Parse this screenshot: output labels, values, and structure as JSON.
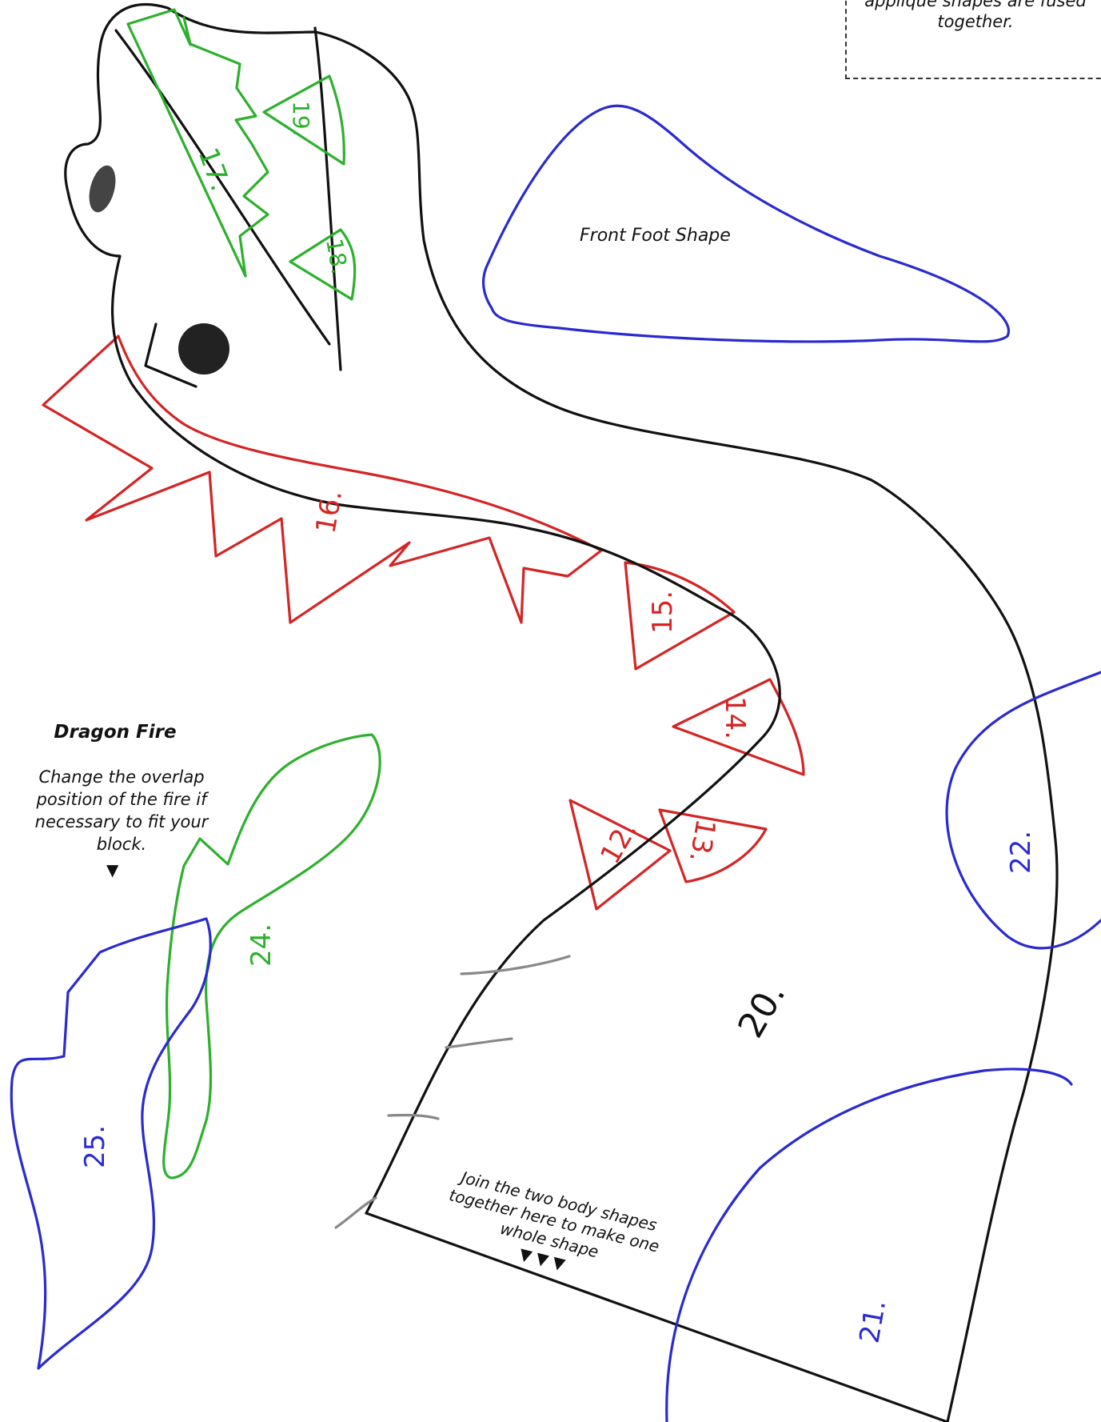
{
  "colors": {
    "outline": "#111111",
    "red": "#d42424",
    "green": "#2db02d",
    "blue": "#2a2ad0",
    "gray": "#888888"
  },
  "note_box": {
    "text": "applique shapes are fused together."
  },
  "front_foot": {
    "label": "Front Foot Shape"
  },
  "dragon_fire": {
    "title": "Dragon Fire",
    "text": "Change the overlap position of the fire if necessary to fit your block.",
    "arrow": "▼"
  },
  "join": {
    "text": "Join the two body shapes together here to make one whole shape",
    "arrows": "▼▼▼"
  },
  "pieces": {
    "p12": "12.",
    "p13": "13.",
    "p14": "14.",
    "p15": "15.",
    "p16": "16.",
    "p17": "17.",
    "p18": "18.",
    "p19": "19.",
    "p20": "20.",
    "p21": "21.",
    "p22": "22.",
    "p24": "24.",
    "p25": "25."
  }
}
